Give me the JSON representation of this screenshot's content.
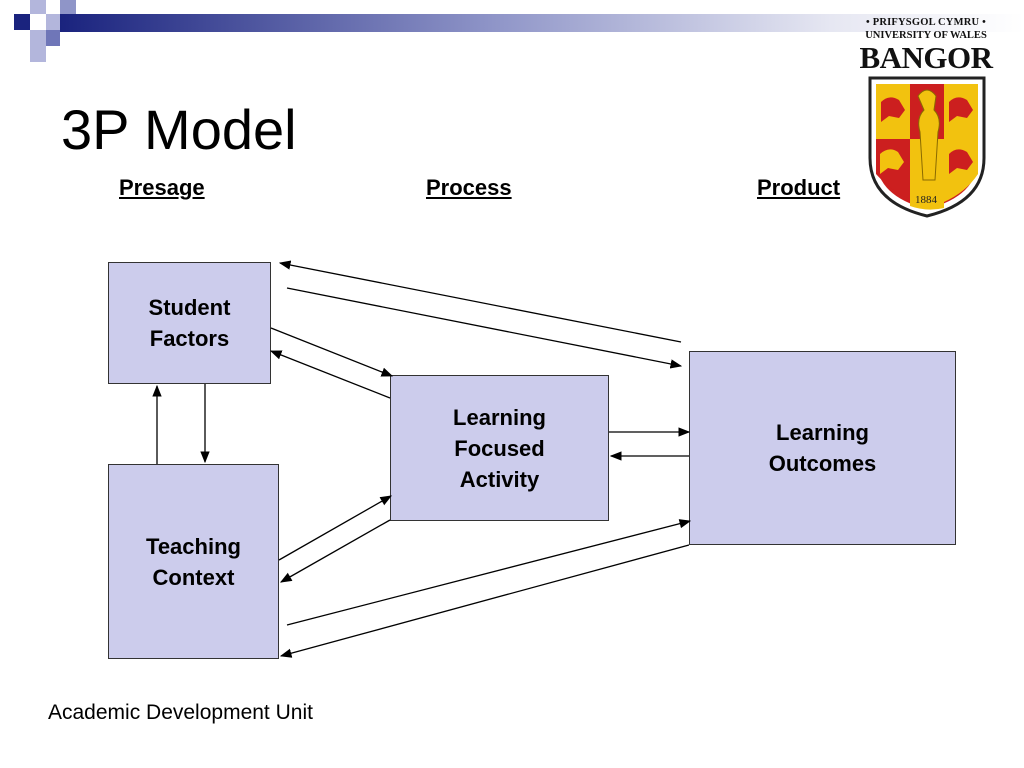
{
  "slide": {
    "title": "3P Model",
    "footer": "Academic Development Unit"
  },
  "stages": {
    "presage": "Presage",
    "process": "Process",
    "product": "Product"
  },
  "boxes": {
    "student_factors": "Student\nFactors",
    "teaching_context": "Teaching\nContext",
    "learning_activity": "Learning\nFocused\nActivity",
    "learning_outcomes": "Learning\nOutcomes"
  },
  "logo": {
    "line1": "• PRIFYSGOL CYMRU •",
    "line2": "UNIVERSITY OF WALES",
    "name": "BANGOR",
    "year": "1884"
  },
  "colors": {
    "box_fill": "#ccccec",
    "header_dark": "#1a237e",
    "shield_red": "#cc1f1f",
    "shield_gold": "#f2c20f"
  }
}
